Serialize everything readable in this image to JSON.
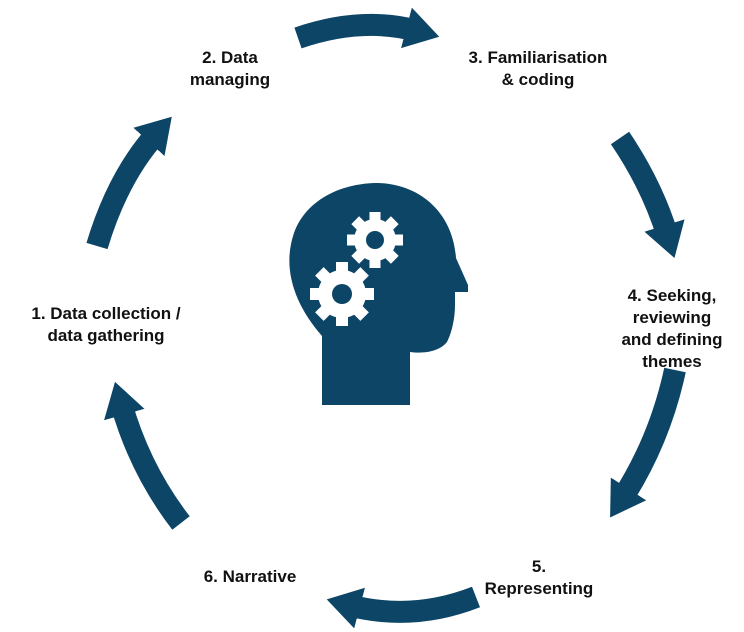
{
  "colors": {
    "primary": "#0d4567",
    "background": "#ffffff",
    "text": "#111111"
  },
  "icons": {
    "center": "head-with-gears-icon",
    "arrow": "curved-arrow-icon"
  },
  "stages": [
    {
      "label": "1. Data collection /\ndata gathering"
    },
    {
      "label": "2. Data\nmanaging"
    },
    {
      "label": "3. Familiarisation\n& coding"
    },
    {
      "label": "4. Seeking,\nreviewing\nand defining\nthemes"
    },
    {
      "label": "5.\nRepresenting"
    },
    {
      "label": "6. Narrative"
    }
  ]
}
